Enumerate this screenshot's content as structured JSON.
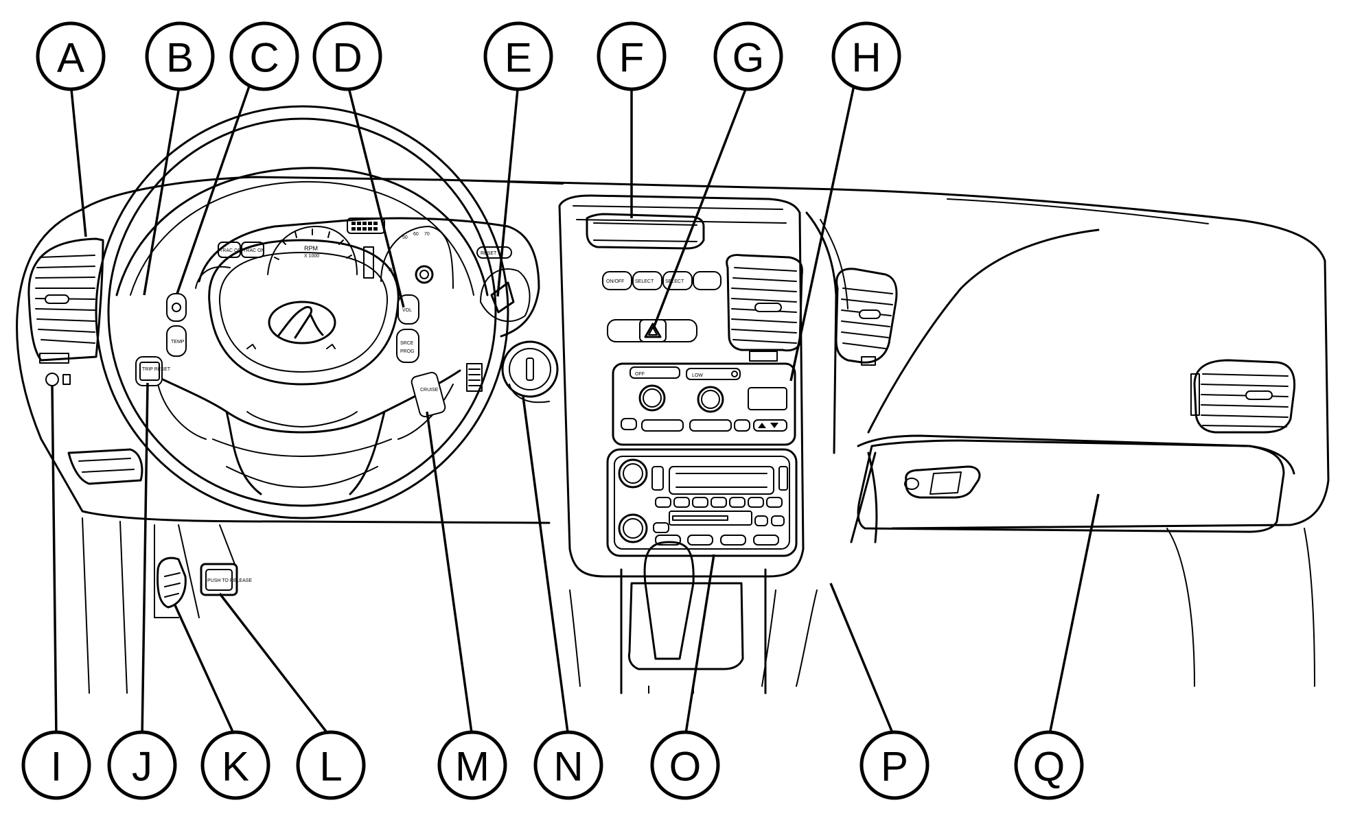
{
  "callouts": {
    "A": "A",
    "B": "B",
    "C": "C",
    "D": "D",
    "E": "E",
    "F": "F",
    "G": "G",
    "H": "H",
    "I": "I",
    "J": "J",
    "K": "K",
    "L": "L",
    "M": "M",
    "N": "N",
    "O": "O",
    "P": "P",
    "Q": "Q"
  },
  "panel_labels": {
    "trac_off": "TRAC OFF",
    "trac_on": "TRAC ON",
    "rpm": "RPM",
    "rpm_x1000": "X 1000",
    "mph_50": "50",
    "mph_60": "60",
    "mph_70": "70",
    "mph_20": "20",
    "reset": "RESET",
    "trip_reset": "TRIP RESET",
    "temp": "TEMP",
    "vol": "VOL",
    "srce": "SRCE",
    "prog": "PROG",
    "on_off": "ON/OFF",
    "select_1": "SELECT",
    "select_2": "SELECT",
    "off": "OFF",
    "low": "LOW",
    "push_to_release": "PUSH TO RELEASE",
    "cruise": "CRUISE"
  }
}
